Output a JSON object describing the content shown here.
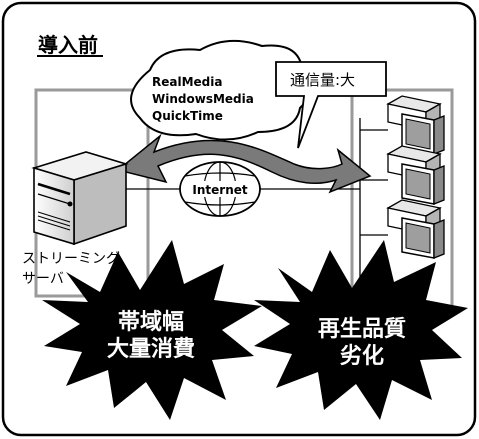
{
  "heading": "導入前",
  "media_formats": [
    "RealMedia",
    "WindowsMedia",
    "QuickTime"
  ],
  "traffic_label": "通信量:大",
  "internet_label": "Internet",
  "server_label": [
    "ストリーミング",
    "サーバ"
  ],
  "burst_left": [
    "帯域幅",
    "大量消費"
  ],
  "burst_right": [
    "再生品質",
    "劣化"
  ],
  "colors": {
    "frame_stroke": "#000000",
    "arrow": "#7a7a7a",
    "burst_fill": "#000000",
    "burst_text": "#ffffff",
    "gray_line": "#9a9a9a"
  }
}
